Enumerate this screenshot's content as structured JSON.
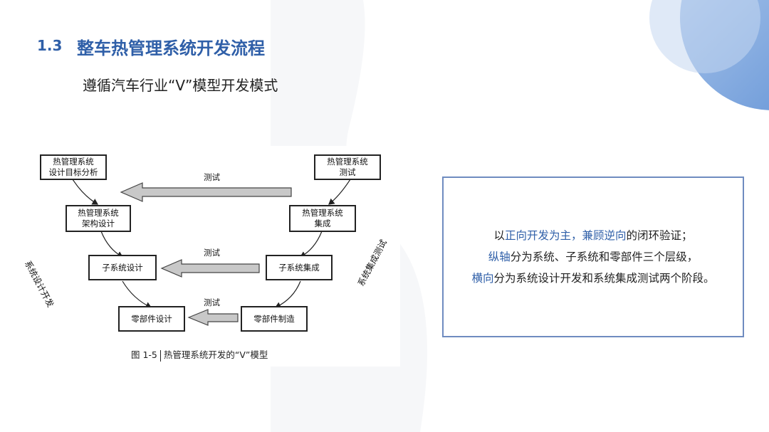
{
  "header": {
    "section_number": "1.3",
    "title": "整车热管理系统开发流程",
    "subtitle": "遵循汽车行业“V”模型开发模式"
  },
  "figure": {
    "boxes": {
      "target_analysis": "热管理系统\n设计目标分析",
      "system_test": "热管理系统\n测试",
      "architecture_design": "热管理系统\n架构设计",
      "system_integration": "热管理系统\n集成",
      "subsystem_design": "子系统设计",
      "subsystem_integration": "子系统集成",
      "component_design": "零部件设计",
      "component_manufacture": "零部件制造"
    },
    "arrow_labels": {
      "top": "测试",
      "middle": "测试",
      "bottom": "测试"
    },
    "side_labels": {
      "left": "系统设计开发",
      "right": "系统集成测试"
    },
    "caption": {
      "number": "图 1-5",
      "text": "热管理系统开发的“V”模型"
    }
  },
  "callout": {
    "line1": {
      "pre": "以",
      "blue1": "正向开发为主，兼顾逆向",
      "post": "的闭环验证；"
    },
    "line2": {
      "blue": "纵轴",
      "post": "分为系统、子系统和零部件三个层级，"
    },
    "line3": {
      "blue": "横向",
      "post": "分为系统设计开发和系统集成测试两个阶段。"
    }
  },
  "colors": {
    "accent": "#2f5fa8",
    "callout_border": "#6f8cc0",
    "corner_circle": "#7ea3d8"
  }
}
